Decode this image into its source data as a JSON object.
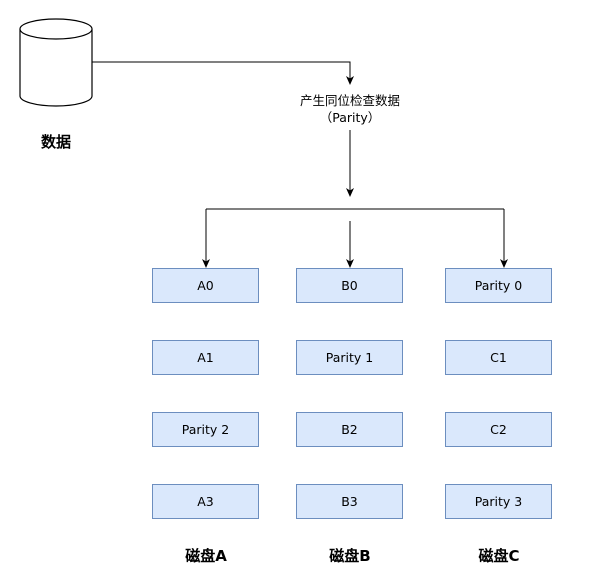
{
  "source": {
    "label": "数据"
  },
  "process": {
    "line1": "产生同位检查数据",
    "line2": "（Parity）"
  },
  "disks": [
    {
      "label": "磁盘A",
      "blocks": [
        "A0",
        "A1",
        "Parity 2",
        "A3"
      ]
    },
    {
      "label": "磁盘B",
      "blocks": [
        "B0",
        "Parity 1",
        "B2",
        "B3"
      ]
    },
    {
      "label": "磁盘C",
      "blocks": [
        "Parity 0",
        "C1",
        "C2",
        "Parity 3"
      ]
    }
  ],
  "colors": {
    "block_fill": "#dae8fc",
    "block_stroke": "#6c8ebf",
    "line": "#000000"
  }
}
